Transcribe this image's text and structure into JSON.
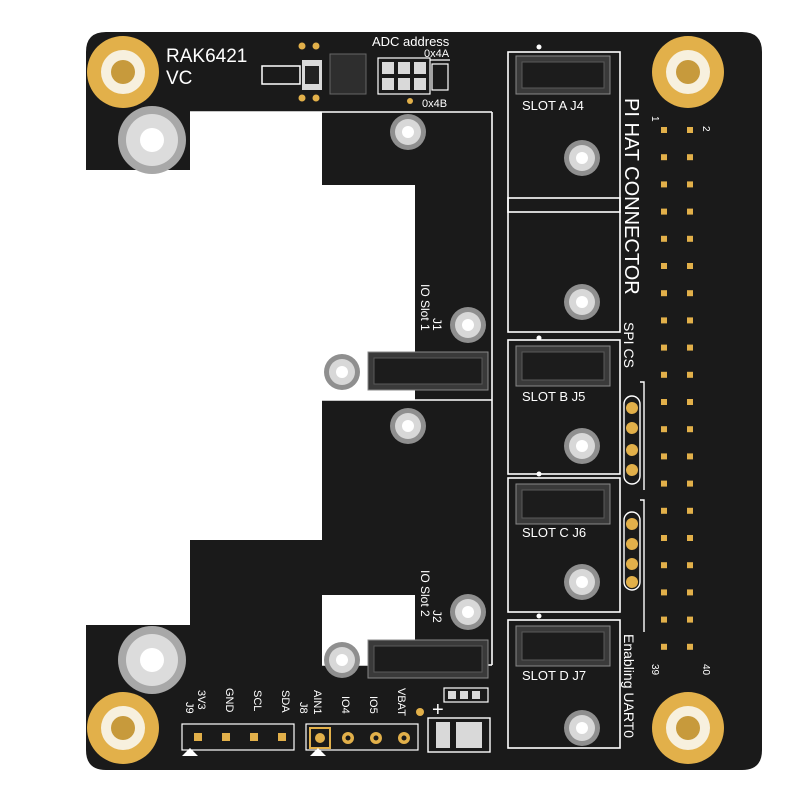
{
  "colors": {
    "board": "#1a1a1a",
    "silkscreen": "#ffffff",
    "gold": "#e2b04a",
    "pad_gold": "#f2c766",
    "standoff": "#c8c8c8",
    "connector": "#2a2a2a"
  },
  "board": {
    "title": "RAK6421",
    "subtitle": "VC",
    "adc_label": "ADC address",
    "adc_addr_1": "0x4A",
    "adc_addr_2": "0x4B",
    "pi_hat_label": "PI HAT CONNECTOR",
    "spi_cs_label": "SPI CS",
    "enabling_uart_label": "Enabling UART0",
    "header_pin_1": "1",
    "header_pin_2": "2",
    "header_pin_39": "39",
    "header_pin_40": "40",
    "io_slot_1": "IO Slot 1",
    "io_slot_1_ref": "J1",
    "io_slot_2": "IO Slot 2",
    "io_slot_2_ref": "J2",
    "slots": [
      {
        "label": "SLOT A J4"
      },
      {
        "label": "SLOT B J5"
      },
      {
        "label": "SLOT C J6"
      },
      {
        "label": "SLOT D J7"
      }
    ],
    "j9_ref": "J9",
    "j9_pins": [
      "3V3",
      "GND",
      "SCL",
      "SDA"
    ],
    "j8_ref": "J8",
    "j8_pins": [
      "AIN1",
      "IO4",
      "IO5",
      "VBAT"
    ],
    "plus_sign": "+"
  }
}
